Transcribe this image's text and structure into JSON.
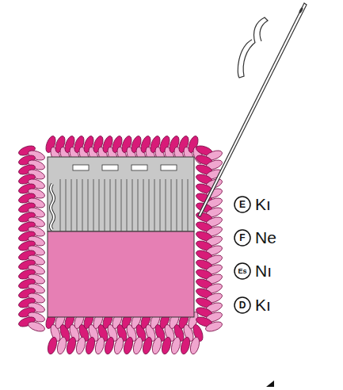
{
  "diagram": {
    "labels": [
      "E",
      "Kı",
      "F",
      "Ne",
      "Es",
      "Nı",
      "D",
      "Kı"
    ]
  }
}
